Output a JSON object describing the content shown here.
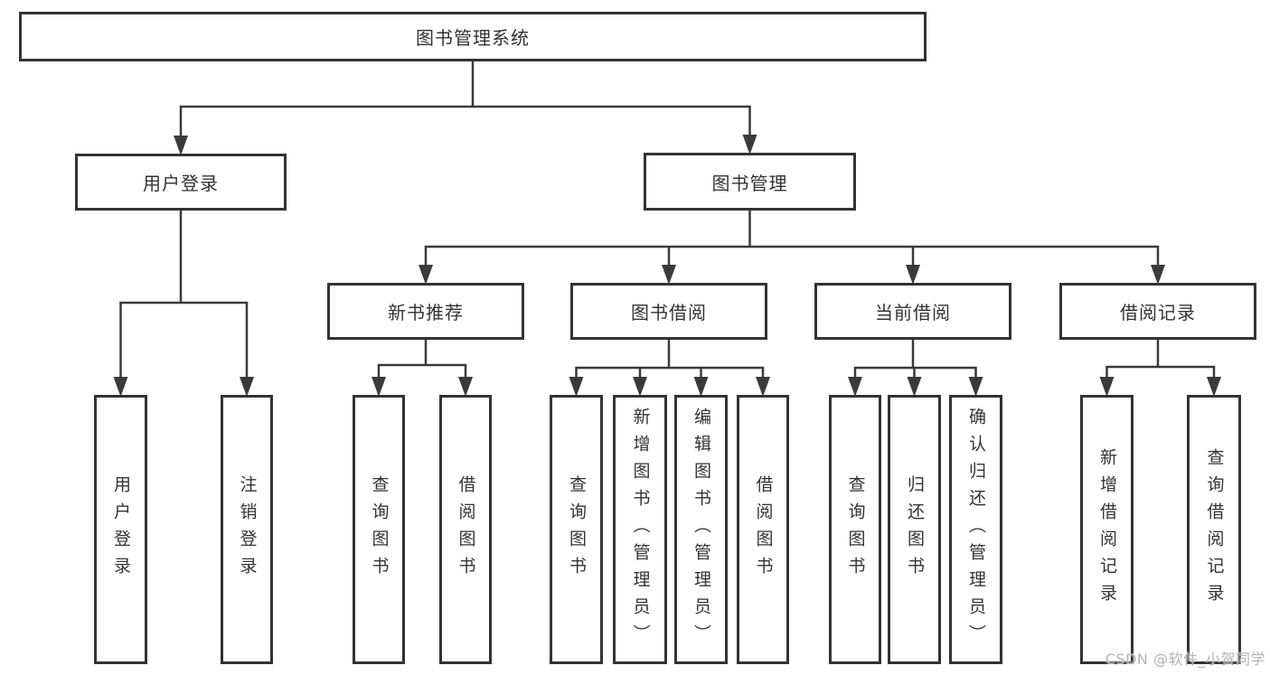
{
  "colors": {
    "line": "#3a3a3a",
    "box_border": "#333333",
    "text": "#333333",
    "background": "#ffffff",
    "watermark": "#b3b3b3"
  },
  "watermark": {
    "text": "CSDN @软件_小贺同学"
  },
  "diagram": {
    "title": "图书管理系统",
    "tree": {
      "id": "root",
      "label": "图书管理系统",
      "children": [
        {
          "id": "login",
          "label": "用户登录",
          "children": [
            {
              "id": "login-user",
              "label": "用户登录"
            },
            {
              "id": "login-logout",
              "label": "注销登录"
            }
          ]
        },
        {
          "id": "mgmt",
          "label": "图书管理",
          "children": [
            {
              "id": "rec",
              "label": "新书推荐",
              "children": [
                {
                  "id": "rec-query",
                  "label": "查询图书"
                },
                {
                  "id": "rec-borrow",
                  "label": "借阅图书"
                }
              ]
            },
            {
              "id": "borrow",
              "label": "图书借阅",
              "children": [
                {
                  "id": "borrow-query",
                  "label": "查询图书"
                },
                {
                  "id": "borrow-add",
                  "label": "新增图书（管理员）"
                },
                {
                  "id": "borrow-edit",
                  "label": "编辑图书（管理员）"
                },
                {
                  "id": "borrow-borrow",
                  "label": "借阅图书"
                }
              ]
            },
            {
              "id": "current",
              "label": "当前借阅",
              "children": [
                {
                  "id": "current-query",
                  "label": "查询图书"
                },
                {
                  "id": "current-return",
                  "label": "归还图书"
                },
                {
                  "id": "current-confirm",
                  "label": "确认归还（管理员）"
                }
              ]
            },
            {
              "id": "records",
              "label": "借阅记录",
              "children": [
                {
                  "id": "records-add",
                  "label": "新增借阅记录"
                },
                {
                  "id": "records-query",
                  "label": "查询借阅记录"
                }
              ]
            }
          ]
        }
      ]
    }
  }
}
